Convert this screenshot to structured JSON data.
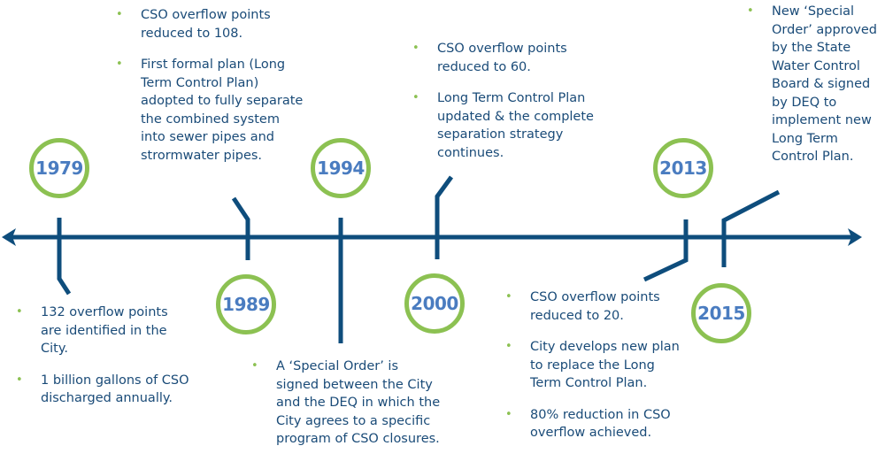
{
  "colors": {
    "line": "#0e4d7c",
    "circle": "#8cc152",
    "year": "#4a7cc0",
    "text": "#1a4b78",
    "bullet": "#8cc152"
  },
  "bullet_glyph": "•",
  "events": [
    {
      "year": "1979",
      "items": [
        "132 overflow points are identified in the City.",
        "1 billion gallons of CSO discharged annually."
      ]
    },
    {
      "year": "1989",
      "items": [
        "CSO overflow points reduced to 108.",
        "First formal plan (Long Term Control Plan) adopted to fully separate the combined system into sewer pipes and strormwater pipes."
      ]
    },
    {
      "year": "1994",
      "items": [
        "A ‘Special Order’ is signed between the City and the DEQ in which the City agrees to a specific program of CSO closures."
      ]
    },
    {
      "year": "2000",
      "items": [
        "CSO overflow points reduced to 60.",
        "Long Term Control Plan updated & the complete separation strategy continues."
      ]
    },
    {
      "year": "2013",
      "items": [
        "CSO overflow points reduced to 20.",
        "City develops new plan to replace the Long Term Control Plan.",
        "80% reduction in CSO overflow achieved."
      ]
    },
    {
      "year": "2015",
      "items": [
        "New ‘Special Order’ approved by the State Water Control Board & signed by DEQ to implement new Long Term Control Plan."
      ]
    }
  ]
}
